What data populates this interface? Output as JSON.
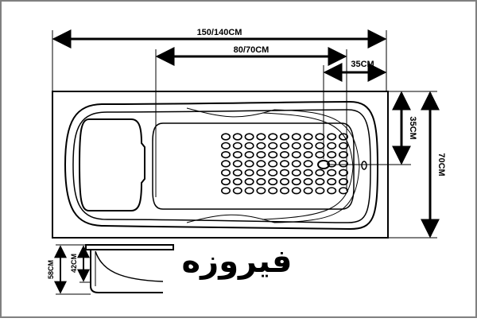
{
  "dimensions": {
    "overall_length": "150/140CM",
    "inner_length": "80/70CM",
    "drain_offset": "35CM",
    "half_width": "35CM",
    "overall_width": "70CM",
    "total_height": "58CM",
    "inner_height": "42CM"
  },
  "brand": {
    "name": "فیروزه"
  },
  "style": {
    "line_color": "#000000",
    "background": "#ffffff",
    "frame_color": "#808080"
  },
  "icons": [
    "arrow-icon",
    "drain-icon",
    "headrest-icon"
  ]
}
